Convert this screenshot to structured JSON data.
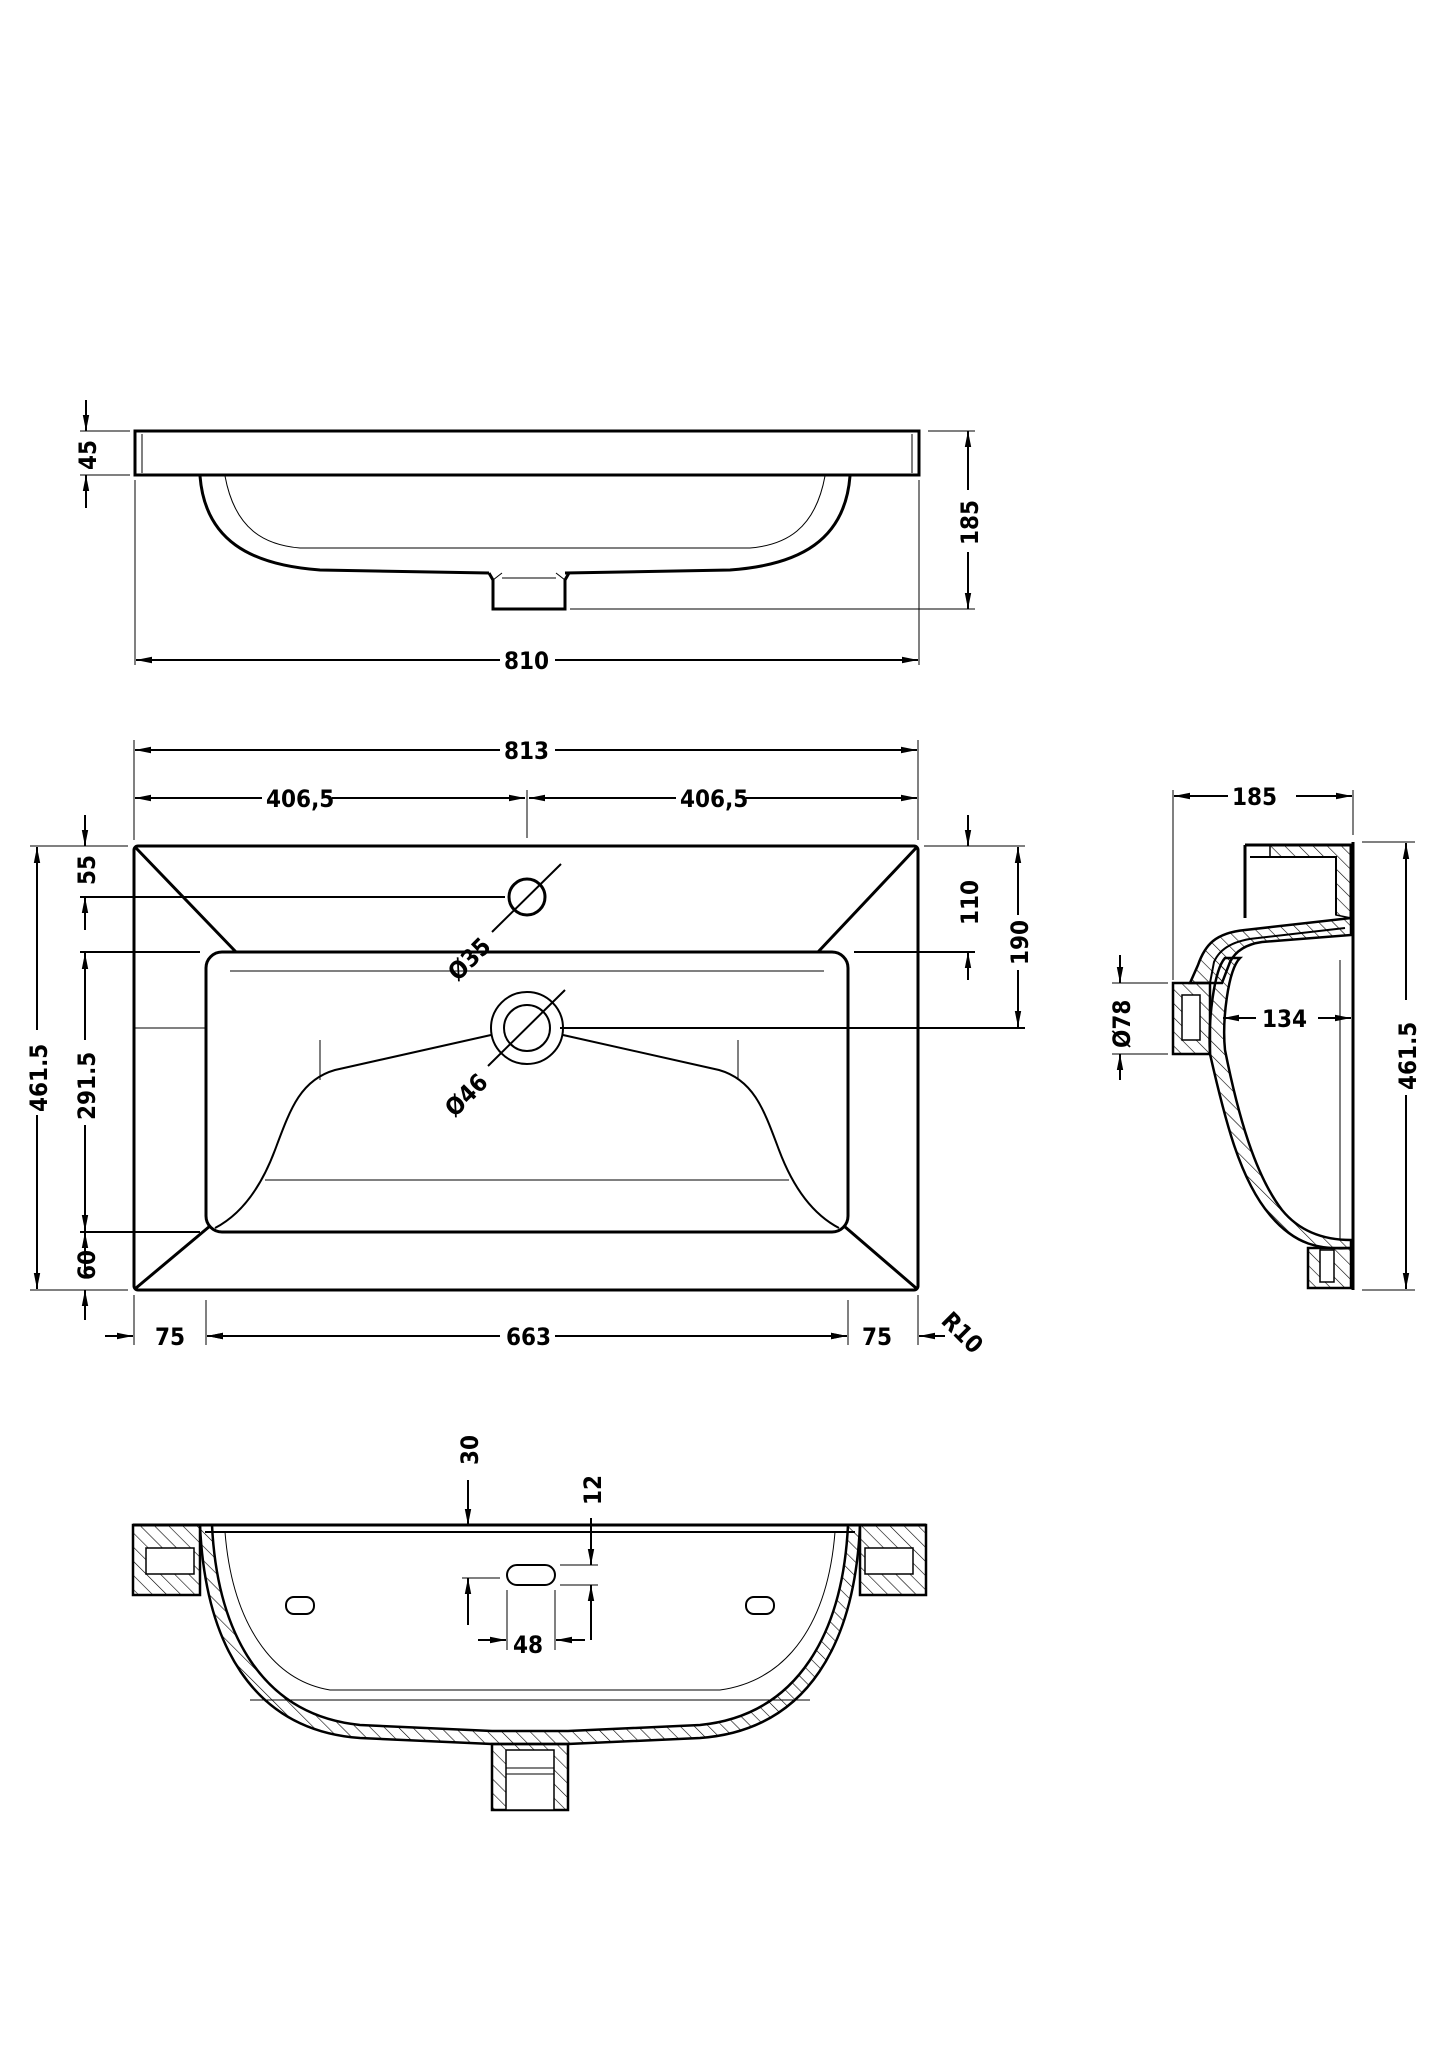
{
  "drawing": {
    "stroke_color": "#000000",
    "background_color": "#ffffff",
    "views": {
      "front_elevation": {
        "dimensions": {
          "rim_thickness": "45",
          "overall_height": "185",
          "overall_width": "810"
        }
      },
      "plan": {
        "dimensions": {
          "overall_width": "813",
          "half_width_left": "406,5",
          "half_width_right": "406,5",
          "overall_depth": "461.5",
          "tap_hole_offset": "55",
          "bowl_depth": "291.5",
          "front_margin": "60",
          "back_to_bowl": "110",
          "back_to_waste": "190",
          "left_margin": "75",
          "bowl_width": "663",
          "right_margin": "75",
          "corner_radius": "R10",
          "tap_hole_diameter": "Ø35",
          "waste_diameter": "Ø46"
        }
      },
      "side_section": {
        "dimensions": {
          "overall_height": "185",
          "overall_depth": "461.5",
          "overflow_diameter": "Ø78",
          "bowl_inner_depth": "134"
        }
      },
      "rear_section": {
        "dimensions": {
          "overflow_slot_offset": "30",
          "overflow_slot_height": "12",
          "overflow_slot_width": "48"
        }
      }
    }
  }
}
